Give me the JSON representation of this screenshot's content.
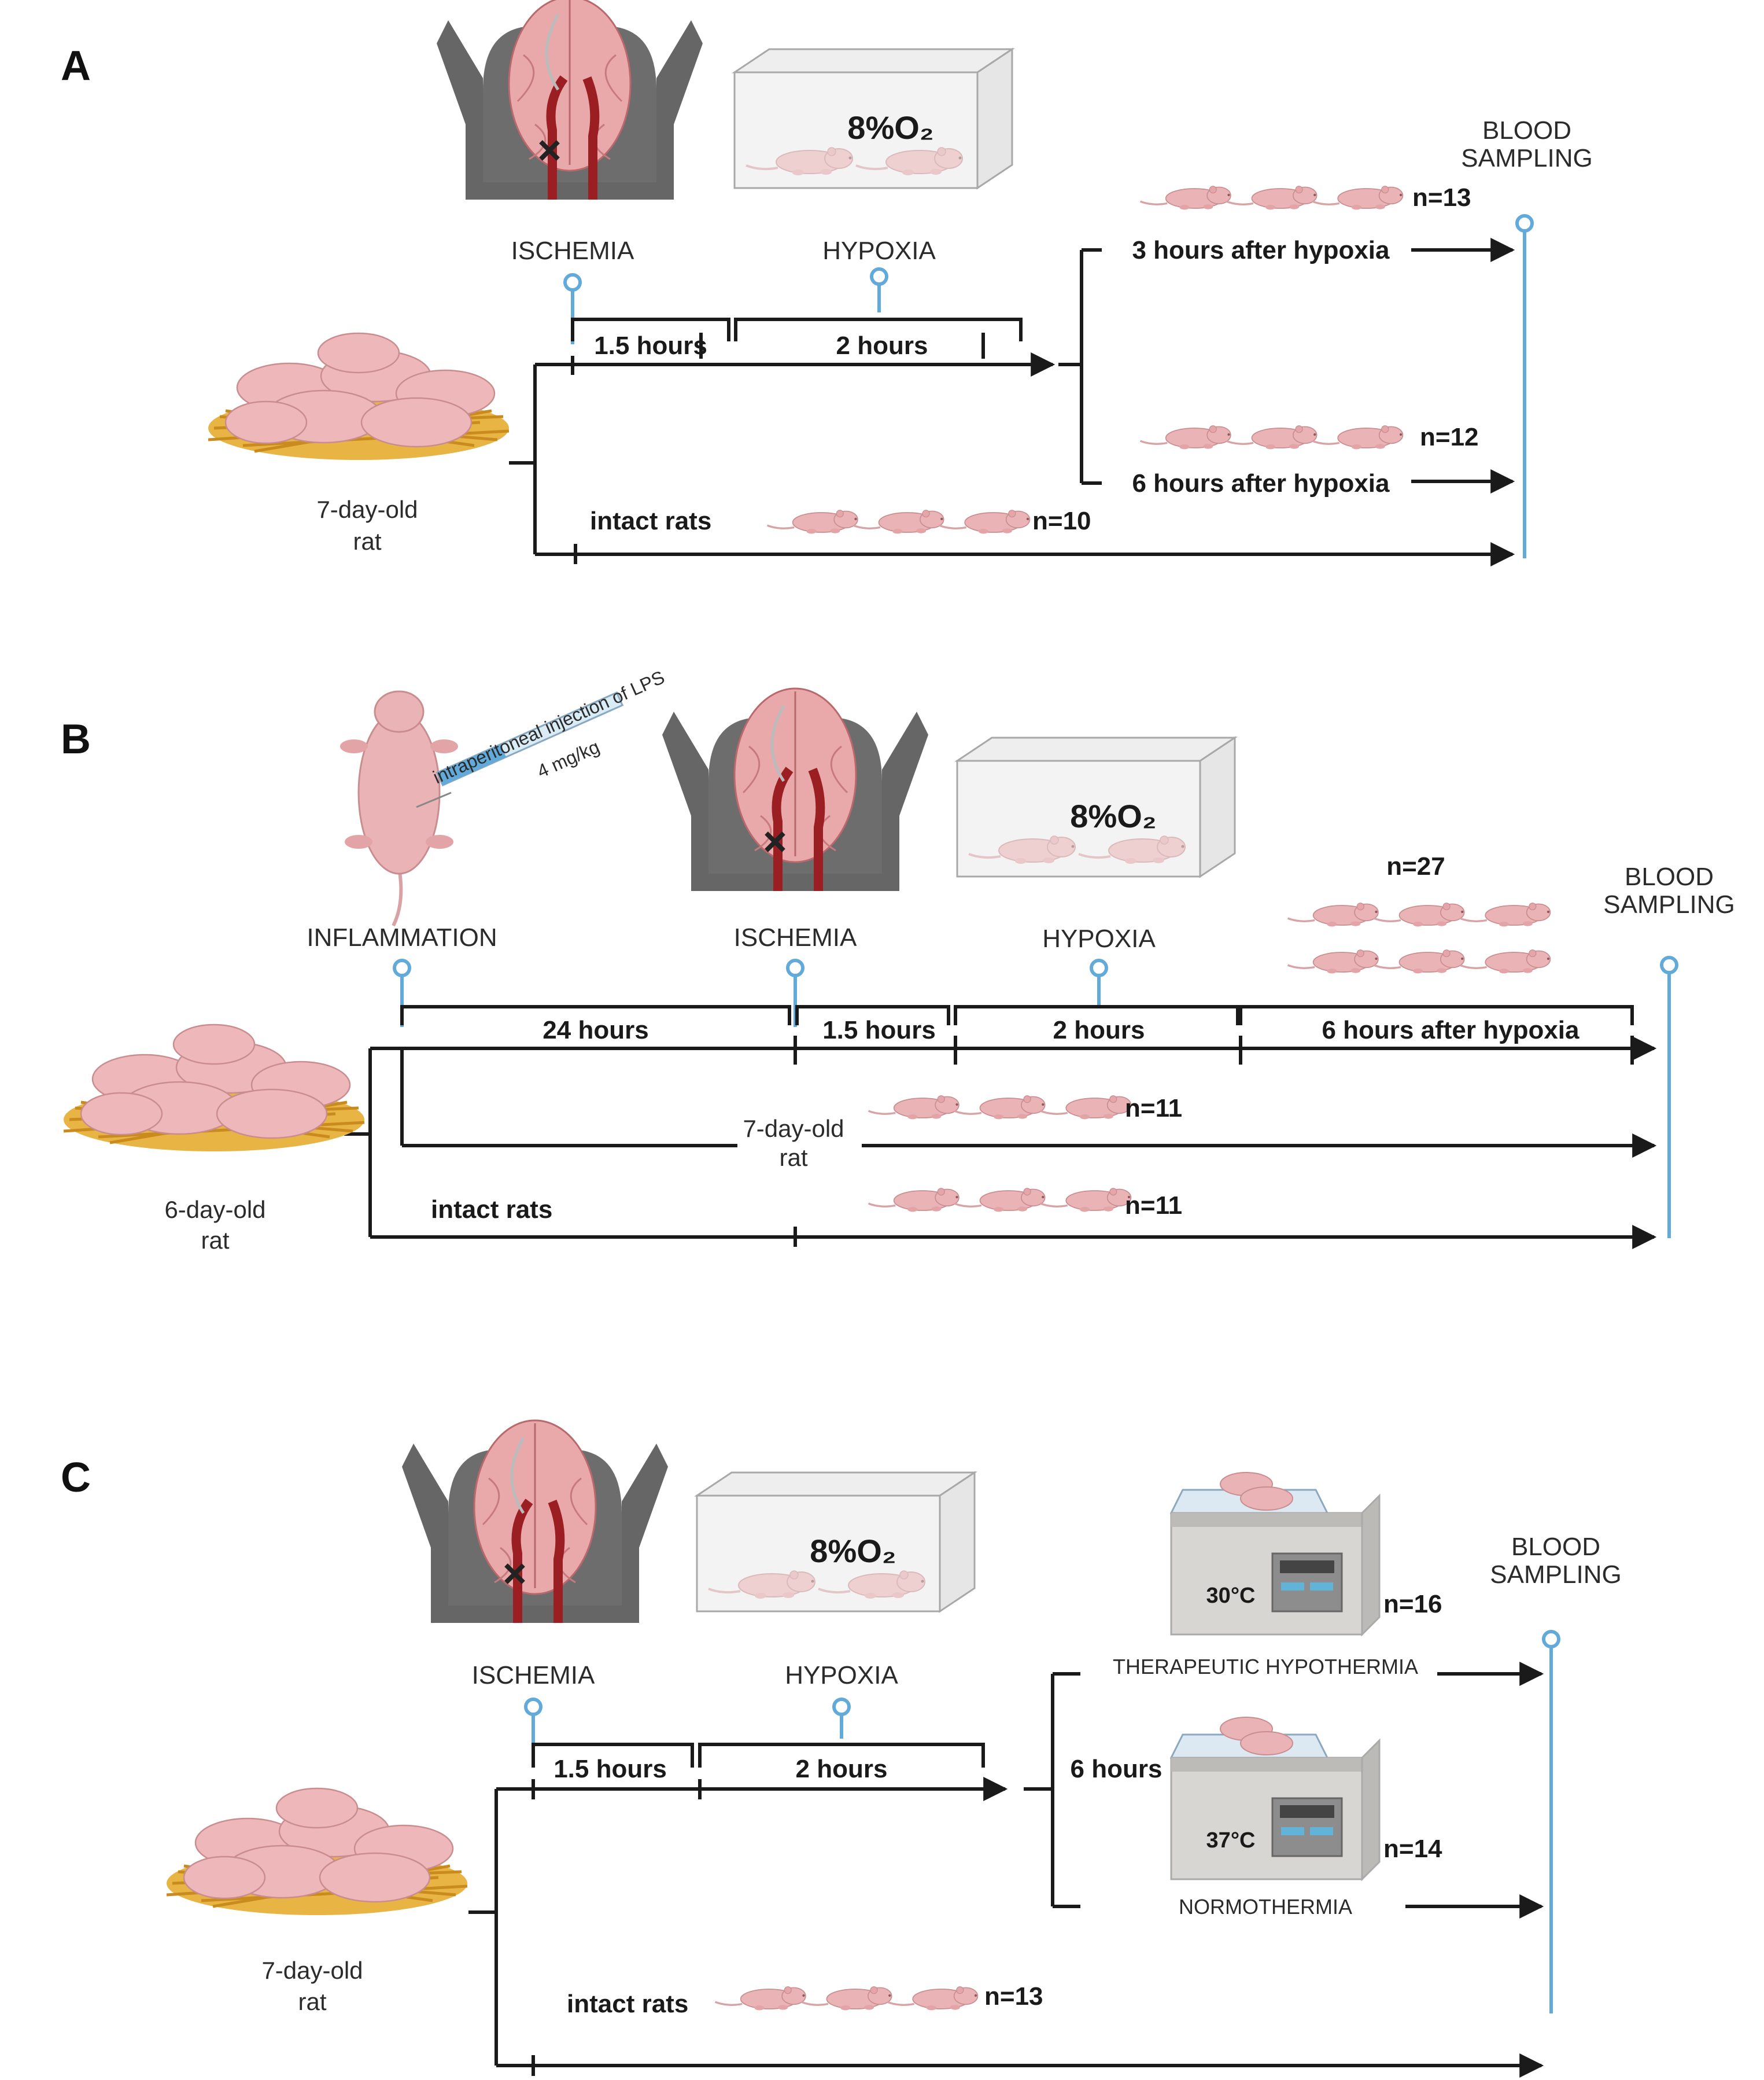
{
  "panel_a": {
    "letter": "A",
    "ischemia": "ISCHEMIA",
    "hypoxia": "HYPOXIA",
    "oxygen": "8%O₂",
    "dur1": "1.5 hours",
    "dur2": "2 hours",
    "branch1": "3 hours after hypoxia",
    "branch2": "6 hours after hypoxia",
    "n1": "n=13",
    "n2": "n=12",
    "intact": "intact rats",
    "n_intact": "n=10",
    "rat_age_1": "7-day-old",
    "rat_age_2": "rat",
    "blood_1": "BLOOD",
    "blood_2": "SAMPLING"
  },
  "panel_b": {
    "letter": "B",
    "inflammation": "INFLAMMATION",
    "injection_1": "intraperitoneal injection of LPS",
    "injection_2": "4 mg/kg",
    "ischemia": "ISCHEMIA",
    "hypoxia": "HYPOXIA",
    "oxygen": "8%O₂",
    "dur0": "24 hours",
    "dur1": "1.5 hours",
    "dur2": "2 hours",
    "dur3": "6 hours after hypoxia",
    "n_main": "n=27",
    "n_mid": "n=11",
    "mid_age_1": "7-day-old",
    "mid_age_2": "rat",
    "intact": "intact rats",
    "n_intact": "n=11",
    "rat_age_1": "6-day-old",
    "rat_age_2": "rat",
    "blood_1": "BLOOD",
    "blood_2": "SAMPLING"
  },
  "panel_c": {
    "letter": "C",
    "ischemia": "ISCHEMIA",
    "hypoxia": "HYPOXIA",
    "oxygen": "8%O₂",
    "dur1": "1.5 hours",
    "dur2": "2 hours",
    "six_hours": "6 hours",
    "temp1": "30°C",
    "temp2": "37°C",
    "branch1": "THERAPEUTIC HYPOTHERMIA",
    "branch2": "NORMOTHERMIA",
    "n1": "n=16",
    "n2": "n=14",
    "intact": "intact rats",
    "n_intact": "n=13",
    "rat_age_1": "7-day-old",
    "rat_age_2": "rat",
    "blood_1": "BLOOD",
    "blood_2": "SAMPLING"
  }
}
